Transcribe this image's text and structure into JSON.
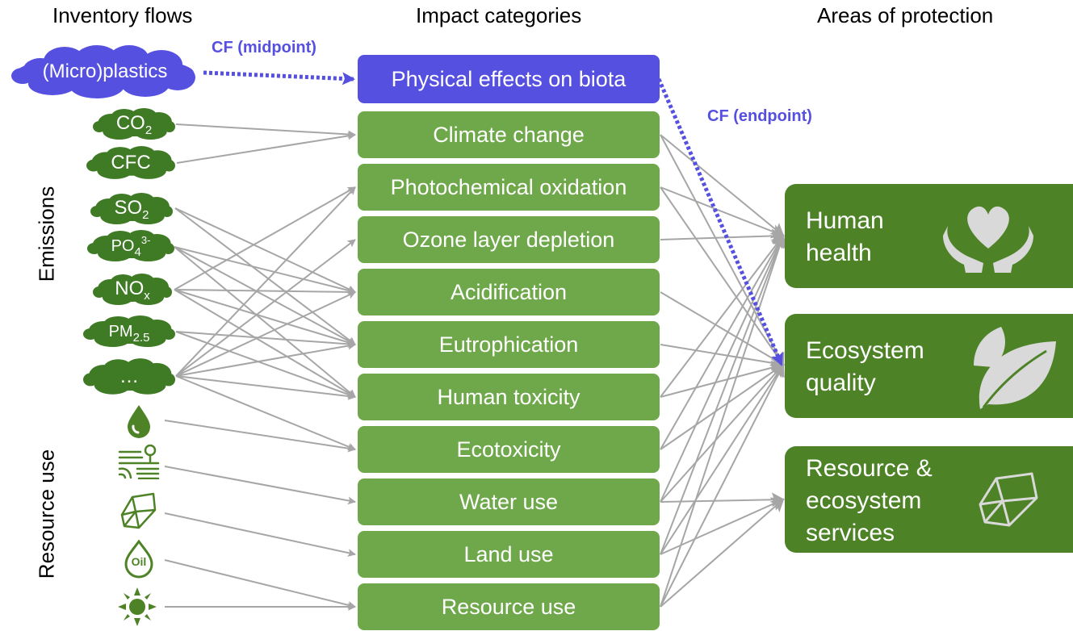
{
  "headers": {
    "inventory": "Inventory flows",
    "impact": "Impact categories",
    "protection": "Areas of protection"
  },
  "side_labels": {
    "emissions": "Emissions",
    "resource_use": "Resource use"
  },
  "microplastics": "(Micro)plastics",
  "emissions": [
    {
      "base": "CO",
      "sub": "2",
      "sup": ""
    },
    {
      "base": "CFC",
      "sub": "",
      "sup": ""
    },
    {
      "base": "SO",
      "sub": "2",
      "sup": ""
    },
    {
      "base": "PO",
      "sub": "4",
      "sup": "3-"
    },
    {
      "base": "NO",
      "sub": "x",
      "sup": ""
    },
    {
      "base": "PM",
      "sub": "2.5",
      "sup": ""
    },
    {
      "base": "…",
      "sub": "",
      "sup": ""
    }
  ],
  "resource_icons": [
    "water-drop-icon",
    "land-field-icon",
    "mineral-icon",
    "oil-icon",
    "sun-icon"
  ],
  "oil_icon_text": "Oil",
  "physical_effects": "Physical effects on biota",
  "categories": [
    "Climate change",
    "Photochemical oxidation",
    "Ozone layer depletion",
    "Acidification",
    "Eutrophication",
    "Human toxicity",
    "Ecotoxicity",
    "Water use",
    "Land use",
    "Resource use"
  ],
  "areas": [
    {
      "lines": [
        "Human",
        "health"
      ],
      "icon": "hands-heart-icon"
    },
    {
      "lines": [
        "Ecosystem",
        "quality"
      ],
      "icon": "leaf-icon"
    },
    {
      "lines": [
        "Resource &",
        "ecosystem",
        "services"
      ],
      "icon": "mineral-icon"
    }
  ],
  "cf_midpoint": "CF (midpoint)",
  "cf_endpoint": "CF (endpoint)",
  "colors": {
    "category_green": "#6fa84a",
    "area_green": "#4d8326",
    "emission_green": "#3f7a25",
    "accent_blue": "#5650e0",
    "arrow_gray": "#a6a6a6"
  }
}
